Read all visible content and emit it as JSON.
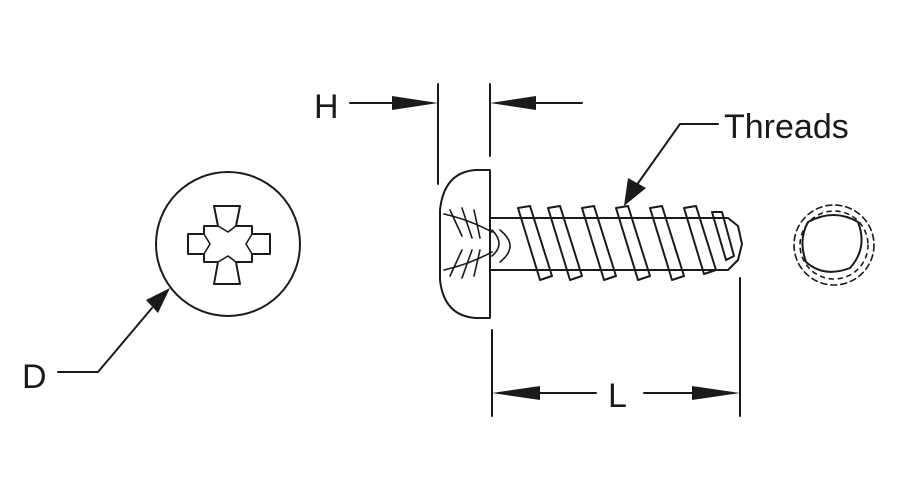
{
  "labels": {
    "h": "H",
    "d": "D",
    "l": "L",
    "threads": "Threads"
  },
  "colors": {
    "ink": "#1a1a1a",
    "background": "#ffffff"
  }
}
